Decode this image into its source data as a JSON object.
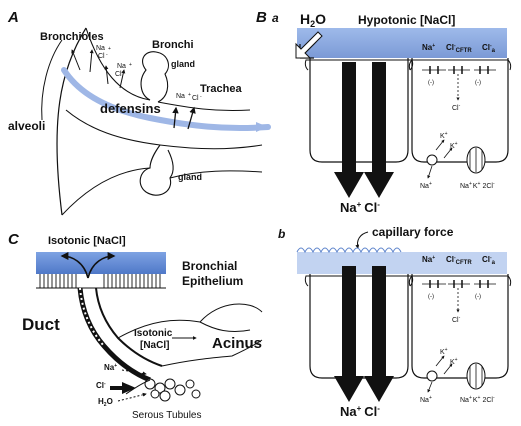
{
  "colors": {
    "fluid_blue": "#6d95dc",
    "fluid_light": "#aec4ee",
    "ink": "#111111",
    "arrow_gray": "#d9d9d9"
  },
  "panel_a": {
    "letter": "A",
    "bronchioles": "Bronchioles",
    "bronchi": "Bronchi",
    "gland_upper": "gland",
    "gland_lower": "gland",
    "trachea": "Trachea",
    "defensins": "defensins",
    "alveoli": "alveoli",
    "na1": "Na",
    "cl1": "Cl",
    "na2": "Na",
    "cl2": "Cl",
    "na3": "Na",
    "cl3": "Cl"
  },
  "panel_b": {
    "letter": "B",
    "sub_a": "a",
    "sub_b": "b",
    "h2o": "H",
    "h2o_sub": "2",
    "h2o_o": "O",
    "hypotonic": "Hypotonic [NaCl]",
    "capillary": "capillary force",
    "nacl_a": "Na",
    "nacl_a_cl": "Cl",
    "nacl_b": "Na",
    "nacl_b_cl": "Cl",
    "na_top": "Na",
    "cl_cftr": "Cl",
    "cftr": "CFTR",
    "cl_a": "Cl",
    "cl_a_sub": "a",
    "minus": "(-)",
    "cl_down": "Cl",
    "k1": "K",
    "k2": "K",
    "na_bot": "Na",
    "nak2cl": "Na",
    "nak2cl_k": "K",
    "nak2cl_2cl": "2Cl"
  },
  "panel_c": {
    "letter": "C",
    "isotonic_top": "Isotonic [NaCl]",
    "bronchial": "Bronchial",
    "epithelium": "Epithelium",
    "duct": "Duct",
    "isotonic_mid_1": "Isotonic",
    "isotonic_mid_2": "[NaCl]",
    "acinus": "Acinus",
    "na": "Na",
    "cl": "Cl",
    "h2o": "H",
    "h2o_sub": "2",
    "h2o_o": "O",
    "serous": "Serous Tubules"
  }
}
